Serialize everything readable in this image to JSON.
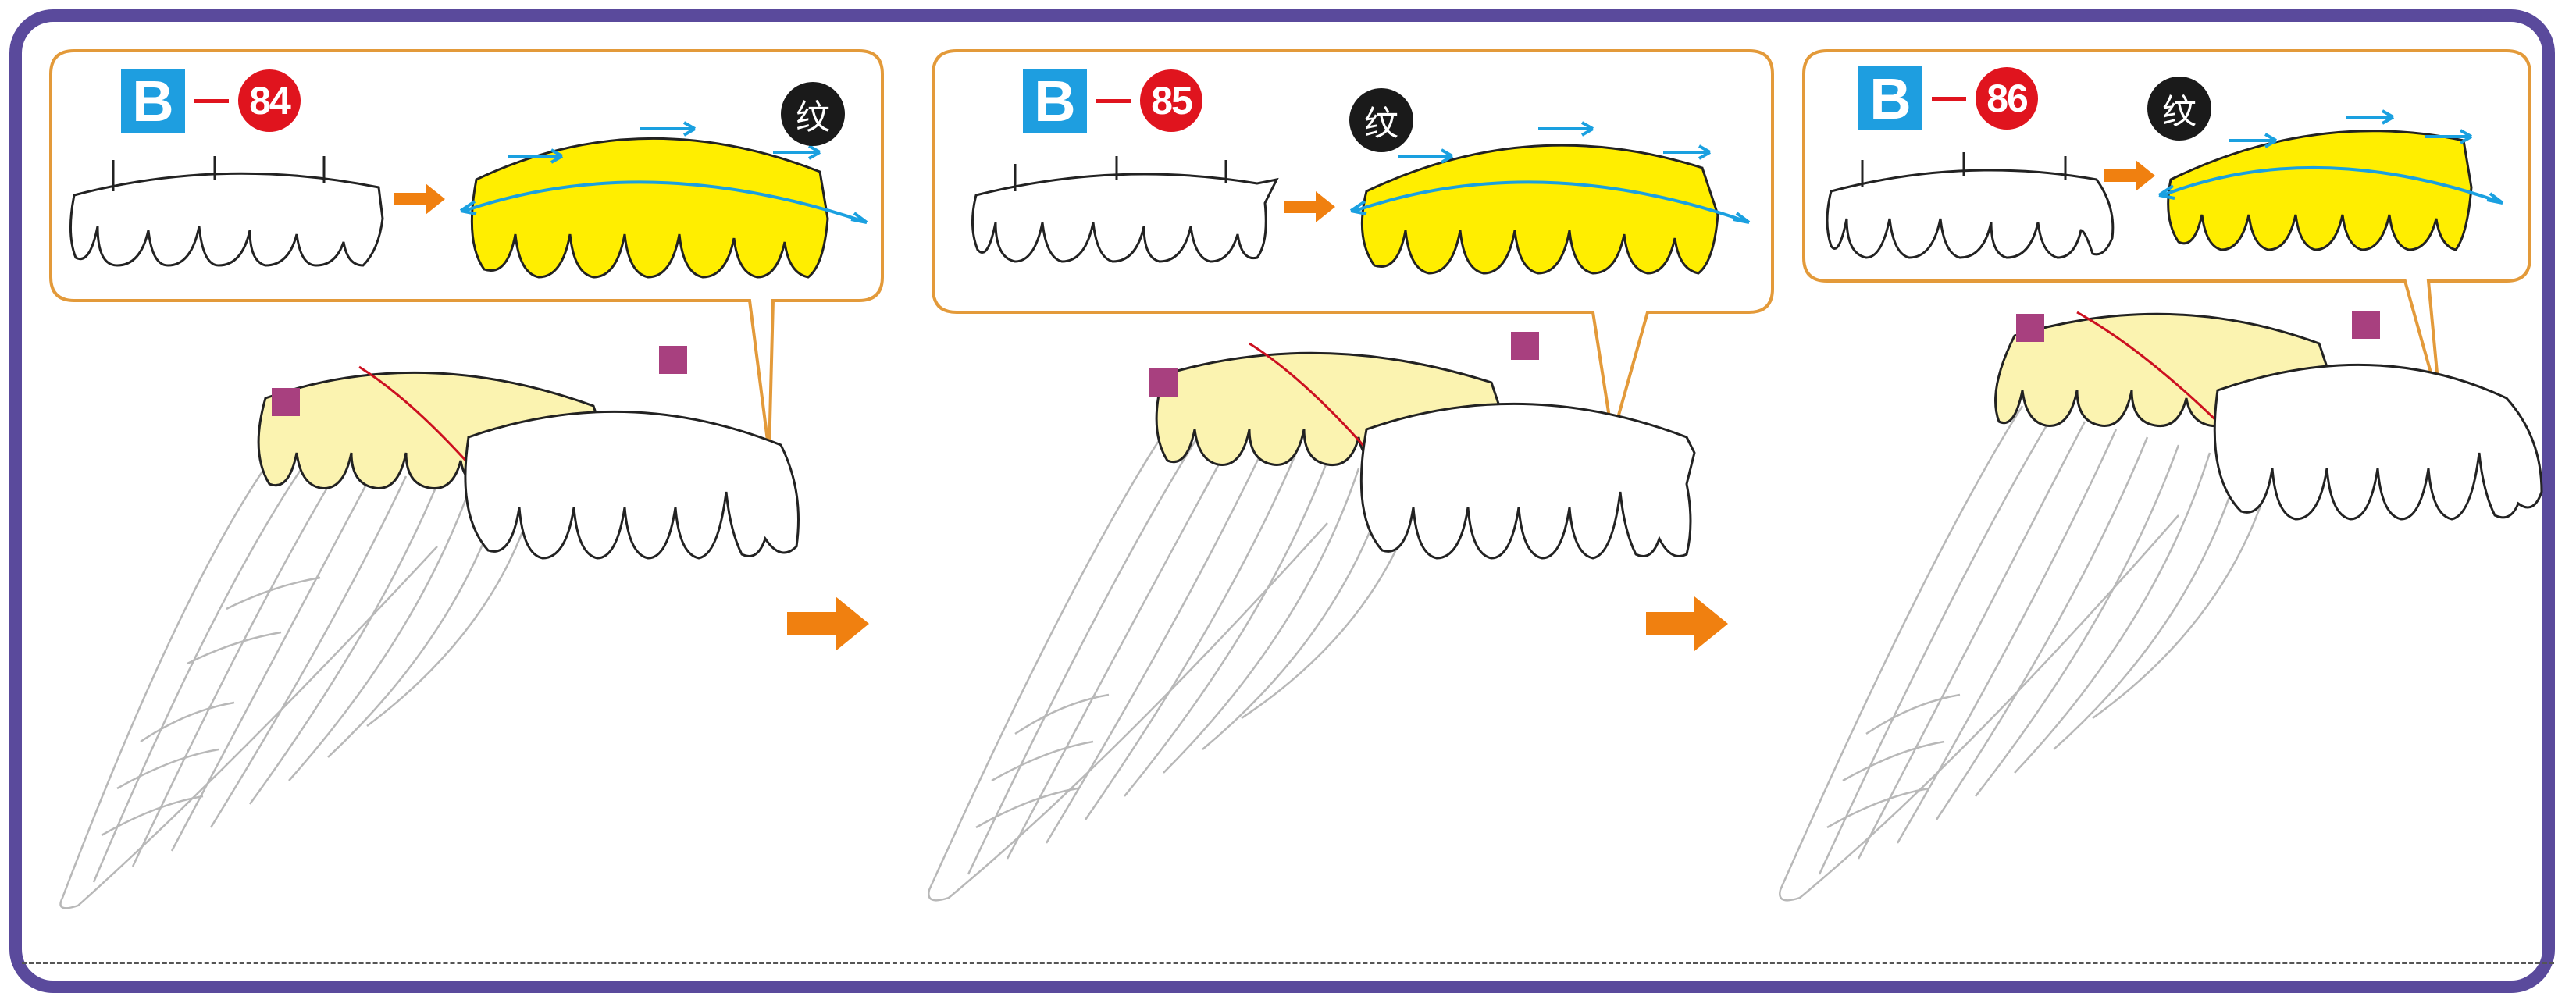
{
  "steps": [
    {
      "letter": "B",
      "number": "84",
      "texture_label": "纹"
    },
    {
      "letter": "B",
      "number": "85",
      "texture_label": "纹"
    },
    {
      "letter": "B",
      "number": "86",
      "texture_label": "纹"
    }
  ],
  "colors": {
    "frame": "#5a4a9c",
    "callout_border": "#e39a3a",
    "label_blue": "#1e9ee0",
    "label_red": "#e0141e",
    "feather_yellow": "#ffee00",
    "feather_pale": "#fbf3b0",
    "arrow_orange": "#f08010",
    "guide_blue": "#1aa0e0",
    "marker_purple": "#a8407f"
  },
  "icons": {
    "step_arrow": "orange-right-arrow-icon",
    "texture_marker": "texture-circle-icon",
    "placement_marker": "purple-square-icon"
  }
}
